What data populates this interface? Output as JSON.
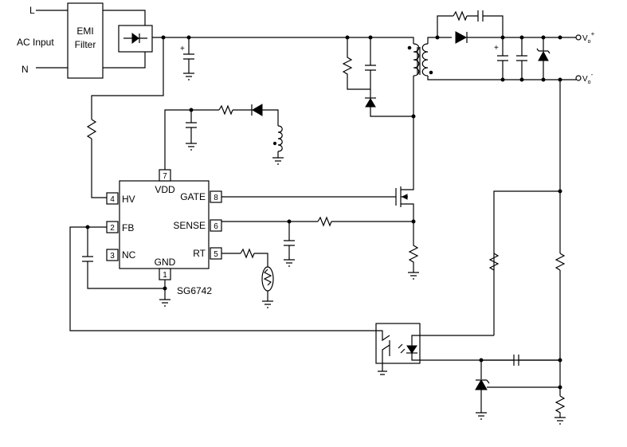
{
  "inputs": {
    "line": "L",
    "neutral": "N",
    "ac_input": "AC Input"
  },
  "emi_filter": {
    "line1": "EMI",
    "line2": "Filter"
  },
  "ic": {
    "part": "SG6742",
    "vdd": "VDD",
    "gnd": "GND",
    "pins": {
      "hv": {
        "num": "4",
        "name": "HV"
      },
      "fb": {
        "num": "2",
        "name": "FB"
      },
      "nc": {
        "num": "3",
        "name": "NC"
      },
      "gate": {
        "num": "8",
        "name": "GATE"
      },
      "sense": {
        "num": "6",
        "name": "SENSE"
      },
      "rt": {
        "num": "5",
        "name": "RT"
      },
      "vdd": {
        "num": "7"
      },
      "gnd": {
        "num": "1"
      }
    }
  },
  "output": {
    "pos": {
      "main": "V",
      "sub": "o",
      "sup": "+"
    },
    "neg": {
      "main": "V",
      "sub": "o",
      "sup": "-"
    }
  },
  "polarity": {
    "plus": "+"
  }
}
